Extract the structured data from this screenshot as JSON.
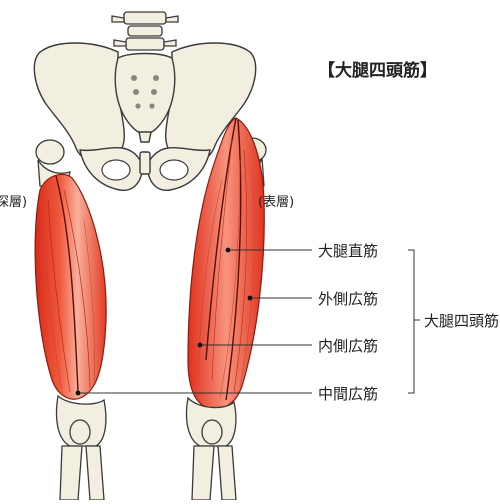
{
  "title": "【大腿四頭筋】",
  "layer_deep": "深層)",
  "layer_surface": "(表層)",
  "muscles": {
    "rectus_femoris": "大腿直筋",
    "vastus_lateralis": "外側広筋",
    "vastus_medialis": "内側広筋",
    "vastus_intermedius": "中間広筋"
  },
  "group_label": "大腿四頭筋",
  "colors": {
    "bone_fill": "#f2eee0",
    "bone_stroke": "#3a3a3a",
    "muscle_red": "#e8412c",
    "muscle_light": "#f6a08c",
    "line": "#333333"
  }
}
